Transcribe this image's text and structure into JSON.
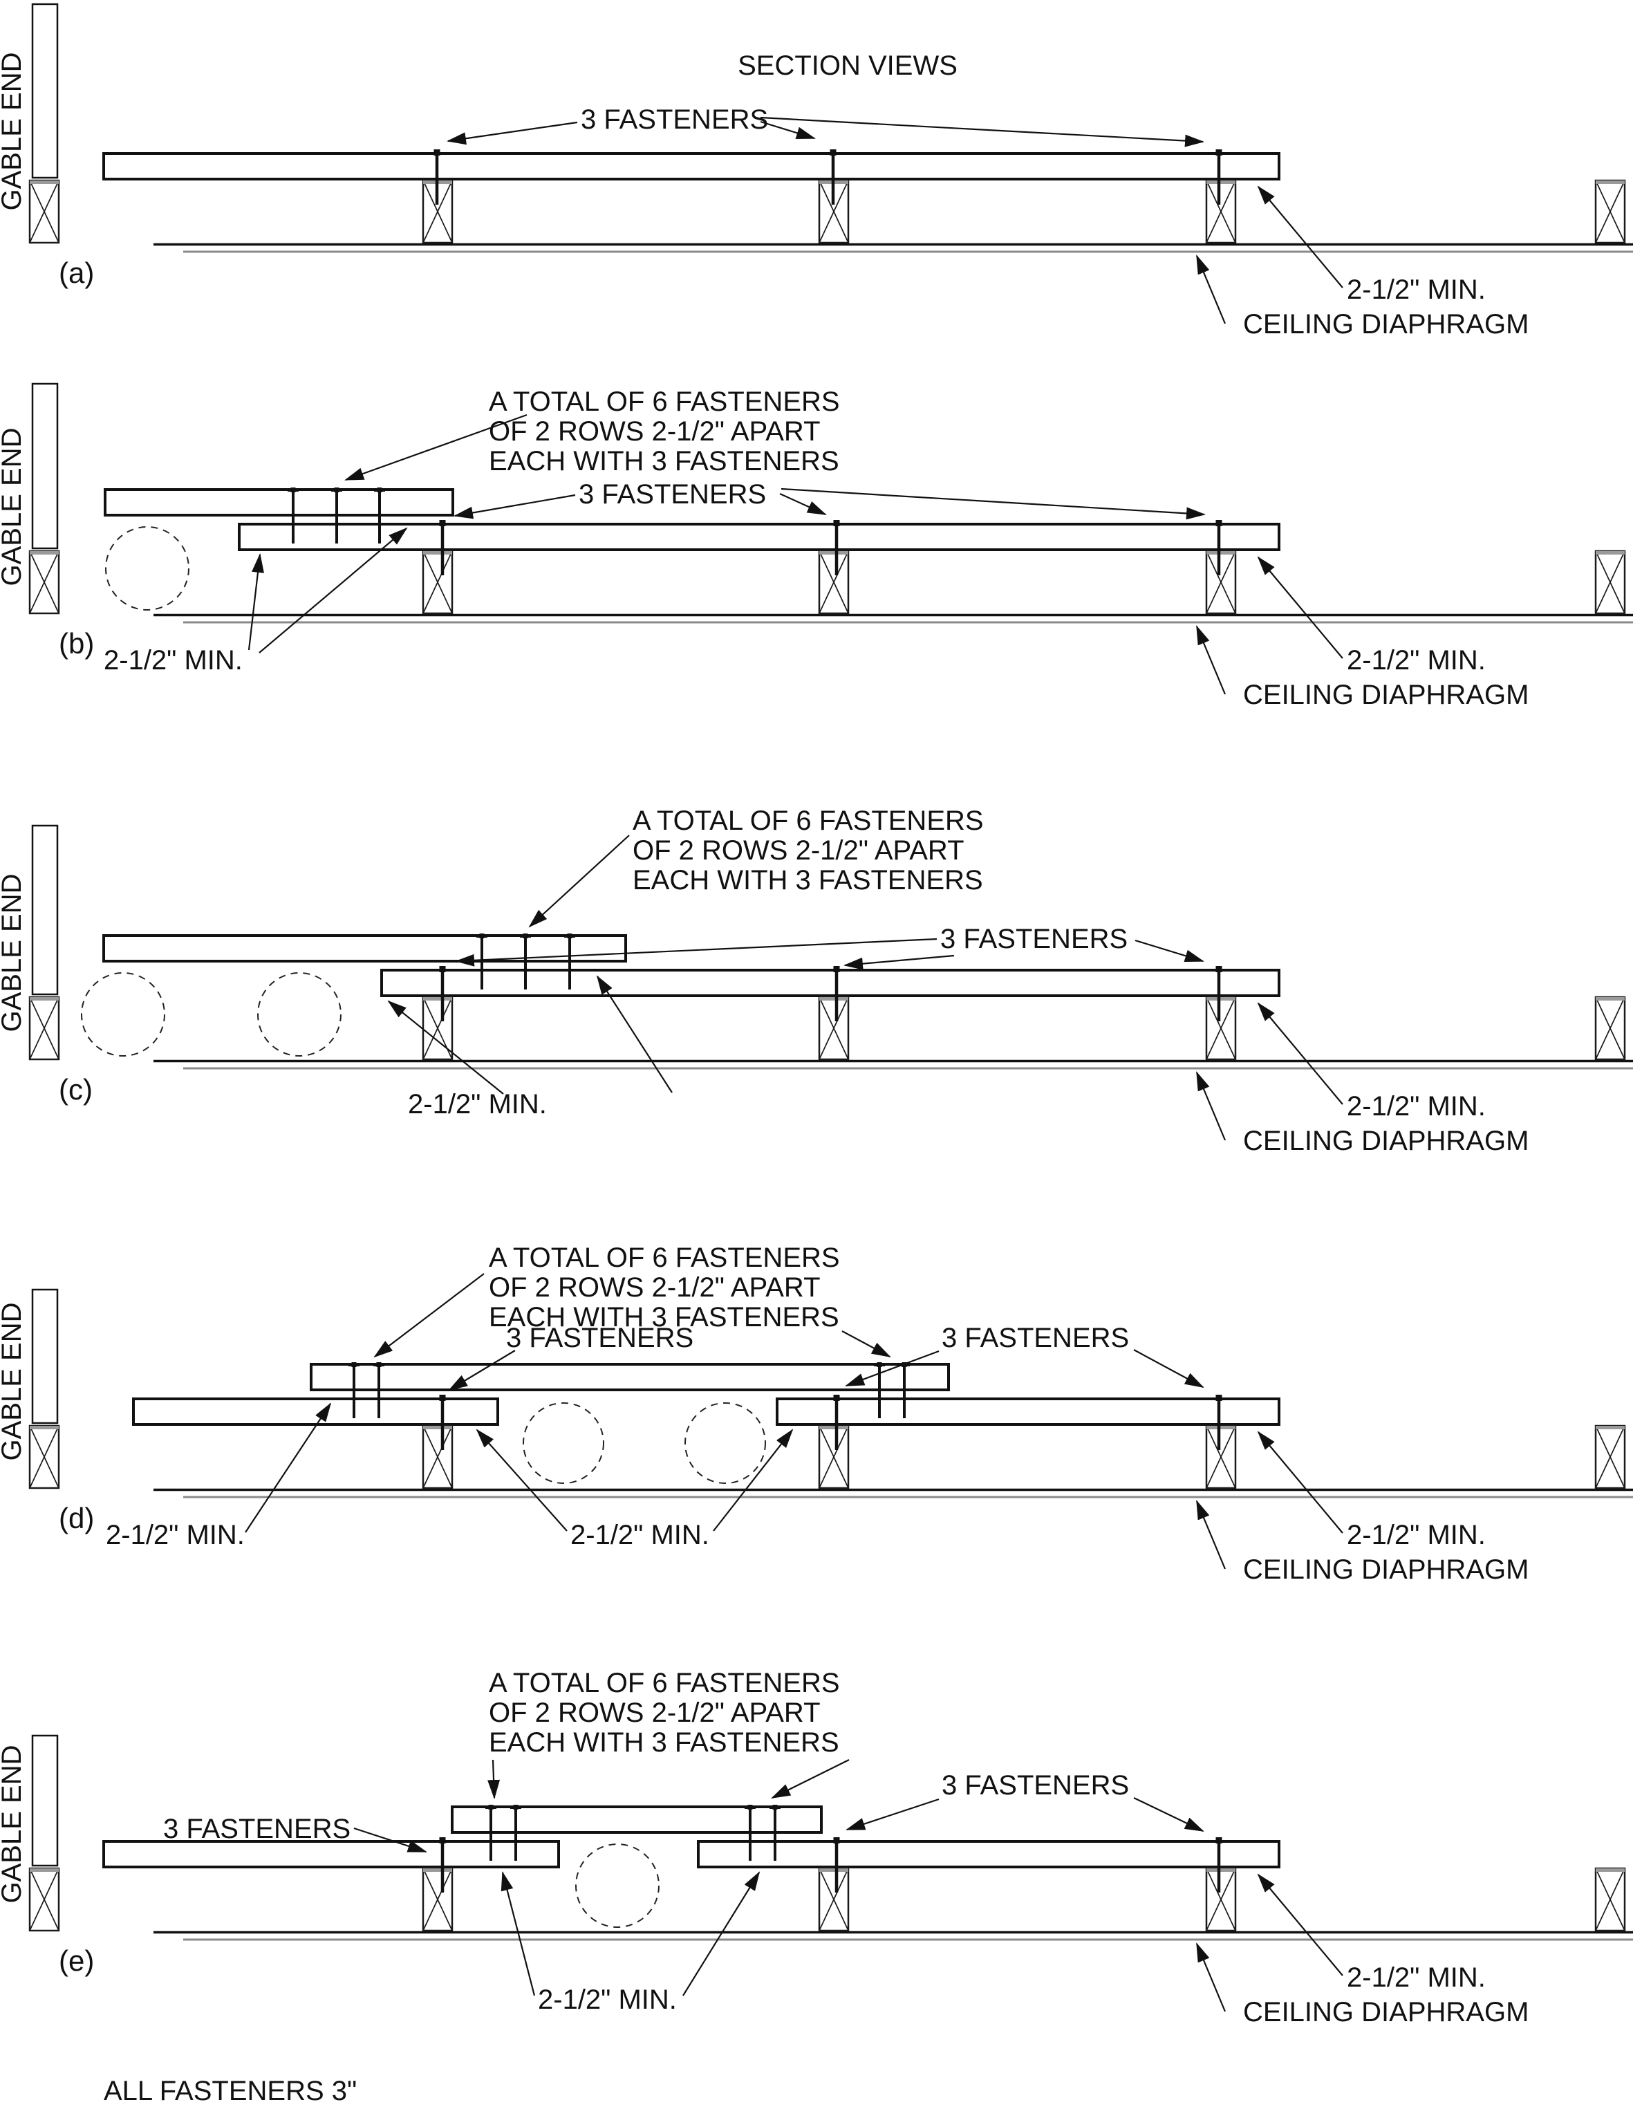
{
  "title": "SECTION VIEWS",
  "footer": "ALL FASTENERS 3\"",
  "labels": {
    "gable_end": "GABLE END",
    "three_fasteners": "3 FASTENERS",
    "six_fasteners": [
      "A TOTAL OF 6 FASTENERS",
      "OF 2 ROWS 2-1/2\" APART",
      "EACH WITH 3 FASTENERS"
    ],
    "min_clearance": "2-1/2\" MIN.",
    "ceiling_diaphragm": "CEILING DIAPHRAGM"
  },
  "sections": [
    {
      "id": "(a)"
    },
    {
      "id": "(b)"
    },
    {
      "id": "(c)"
    },
    {
      "id": "(d)"
    },
    {
      "id": "(e)"
    }
  ],
  "colors": {
    "line": "#111111",
    "gray": "#8a8a8a",
    "background": "#ffffff"
  }
}
